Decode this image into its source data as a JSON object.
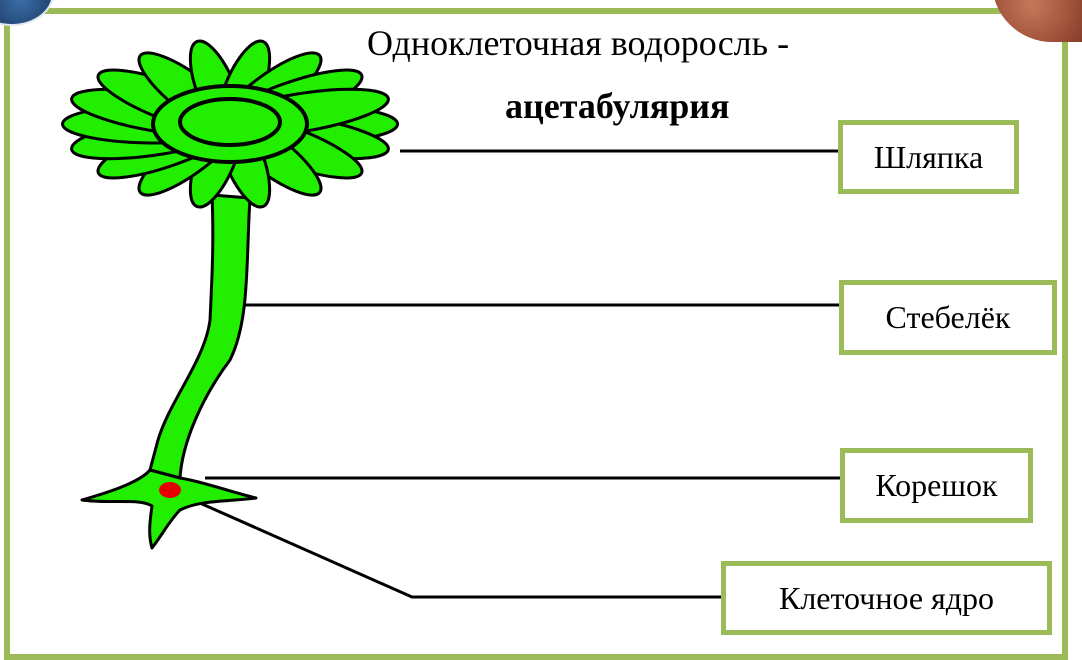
{
  "title": {
    "line1": "Одноклеточная водоросль -",
    "line2": "ацетабулярия"
  },
  "labels": {
    "cap": "Шляпка",
    "stalk": "Стебелёк",
    "root": "Корешок",
    "nucleus": "Клеточное ядро"
  },
  "colors": {
    "frame": "#9bbb59",
    "plant": "#22ee00",
    "outline": "#000000",
    "nucleus": "#e60000"
  }
}
